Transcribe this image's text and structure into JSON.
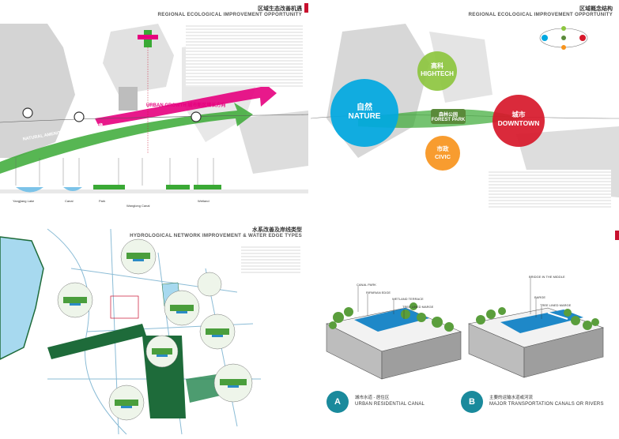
{
  "panel1": {
    "title_cn": "区域生态改善机遇",
    "title_en": "REGIONAL ECOLOGICAL IMPROVEMENT OPPORTUNITY",
    "arrow_growth_en": "URBAN GROWTH",
    "arrow_growth_cn": "城市新区增长方向",
    "arrow_nature_en": "NATURAL AMENITIES",
    "arrow_nature_cn": "自然景观资源连接",
    "labels": [
      "Yangjiang Lake",
      "Canal",
      "Park",
      "Wanglong Canal",
      "Wetland"
    ],
    "colors": {
      "growth": "#e6007e",
      "nature": "#3aa935",
      "water": "#7cc3e8"
    }
  },
  "panel2": {
    "title_cn": "区域概念结构",
    "title_en": "REGIONAL ECOLOGICAL IMPROVEMENT OPPORTUNITY",
    "nature_cn": "自然",
    "nature_en": "NATURE",
    "hightech_cn": "高科",
    "hightech_en": "HIGHTECH",
    "forest_cn": "森林公园",
    "forest_en": "FOREST PARK",
    "civic_cn": "市政",
    "civic_en": "CIVIC",
    "downtown_cn": "城市",
    "downtown_en": "DOWNTOWN",
    "colors": {
      "nature": "#00a8e1",
      "hightech": "#8dc63f",
      "civic": "#f7941d",
      "downtown": "#d7182a",
      "forest": "#5a8a3a"
    }
  },
  "panel3": {
    "title_cn": "水系改善及岸线类型",
    "title_en": "HYDROLOGICAL NETWORK IMPROVEMENT & WATER EDGE TYPES",
    "colors": {
      "green": "#1e6b3a",
      "water": "#a7d9ef",
      "accent": "#c8102e"
    }
  },
  "panel4": {
    "a_badge": "A",
    "a_cn": "城市水道 - 居住区",
    "a_en": "URBAN RESIDENTIAL CANAL",
    "b_badge": "B",
    "b_cn": "主要的运输水道或河流",
    "b_en": "MAJOR TRANSPORTATION CANALS OR RIVERS",
    "a_callouts": [
      "CANAL PARK",
      "RIPARIAN EDGE",
      "WETLAND TERRACE",
      "TREE LINED MARGE"
    ],
    "b_callouts": [
      "BRIDGE IN THE MIDDLE",
      "BARGE",
      "TREE LINED MARGE"
    ],
    "colors": {
      "badge": "#1a8a9c",
      "water": "#1e88c8",
      "tree": "#5a9e3c"
    }
  }
}
